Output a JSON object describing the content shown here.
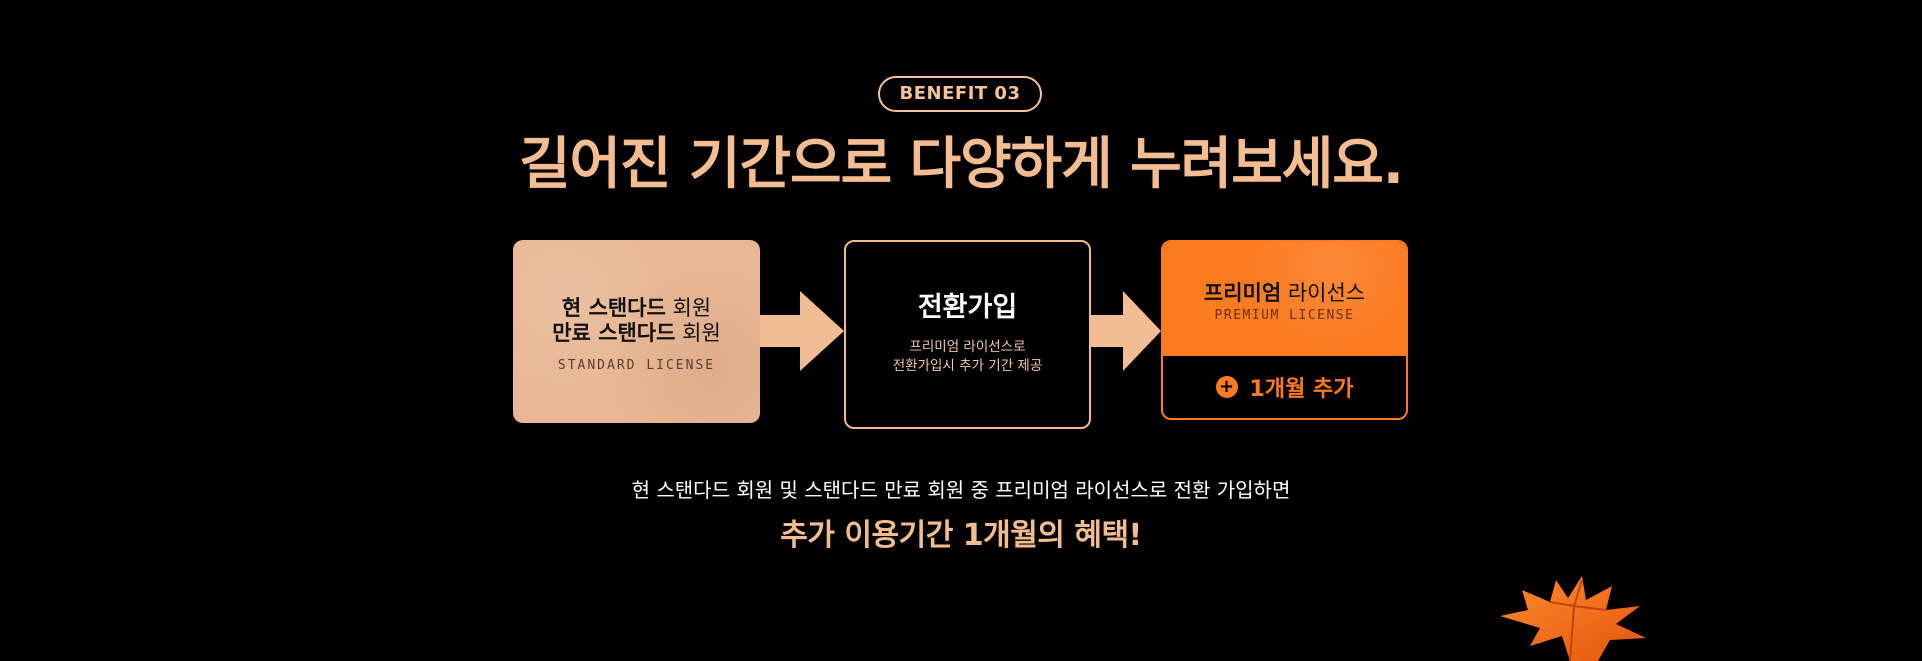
{
  "badge": "BENEFIT 03",
  "headline": "길어진 기간으로 다양하게 누려보세요.",
  "standard_card": {
    "line1_bold": "현 스탠다드",
    "line1_rest": " 회원",
    "line2_bold": "만료 스탠다드",
    "line2_rest": " 회원",
    "subtitle": "STANDARD LICENSE"
  },
  "convert_card": {
    "title": "전환가입",
    "desc_line1": "프리미엄 라이선스로",
    "desc_line2": "전환가입시 추가 기간 제공"
  },
  "premium_card": {
    "title_bold": "프리미엄",
    "title_rest": " 라이선스",
    "subtitle": "PREMIUM LICENSE",
    "bonus_label": "1개월 추가",
    "bonus_icon": "plus-circle-icon"
  },
  "note": "현 스탠다드 회원 및 스탠다드 만료 회원 중 프리미엄 라이선스로 전환 가입하면",
  "emphasis": "추가 이용기간 1개월의 혜택!",
  "colors": {
    "accent_peach": "#f4bd91",
    "accent_orange": "#fb7b21",
    "background": "#000000"
  }
}
